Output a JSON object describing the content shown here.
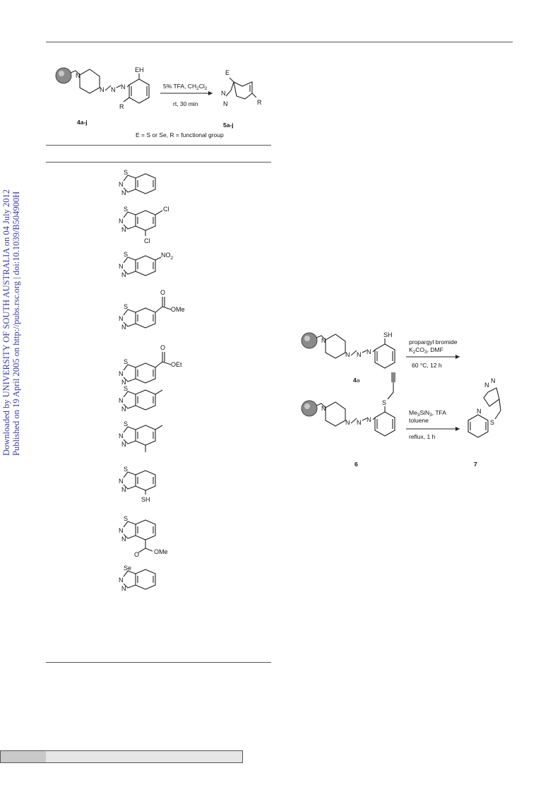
{
  "sidebar": {
    "line1": "Downloaded by UNIVERSITY OF SOUTH AUSTRALIA on 04 July 2012",
    "line2": "Published on 19 April 2005 on http://pubs.rsc.org | doi:10.1039/B504900H"
  },
  "scheme_top": {
    "reagent_line1": "5% TFA, CH",
    "reagent_line1_sub": "2",
    "reagent_line1_tail": "Cl",
    "reagent_line1_sub2": "2",
    "condition": "rt, 30 min",
    "start_label": "4a-j",
    "product_label": "5a-j",
    "atom_EH": "EH",
    "atom_E": "E",
    "atom_R": "R",
    "footnote": "E = S or Se, R = functional group"
  },
  "products": {
    "substituents": [
      "Cl",
      "Cl",
      "NO",
      "OMe",
      "OEt",
      "SH",
      "OMe"
    ],
    "heteroatom_s": "S",
    "heteroatom_se": "Se",
    "atom_n": "N"
  },
  "scheme_right": {
    "reagent1_line1": "propargyl bromide",
    "reagent1_line2": "K",
    "reagent1_line2_sub": "2",
    "reagent1_line2_tail": "CO",
    "reagent1_line2_sub2": "3",
    "reagent1_line2_end": ", DMF",
    "condition1": "60 °C, 12 h",
    "reagent2_line1": "Me",
    "reagent2_line1_sub": "3",
    "reagent2_line1_tail": "SiN",
    "reagent2_line1_sub2": "3",
    "reagent2_line1_end": ", TFA",
    "reagent2_line2": "toluene",
    "condition2": "reflux, 1 h",
    "label_4a_bold": "4",
    "label_4a_plain": "a",
    "label_6": "6",
    "label_7": "7",
    "atom_SH": "SH",
    "atom_S": "S"
  }
}
